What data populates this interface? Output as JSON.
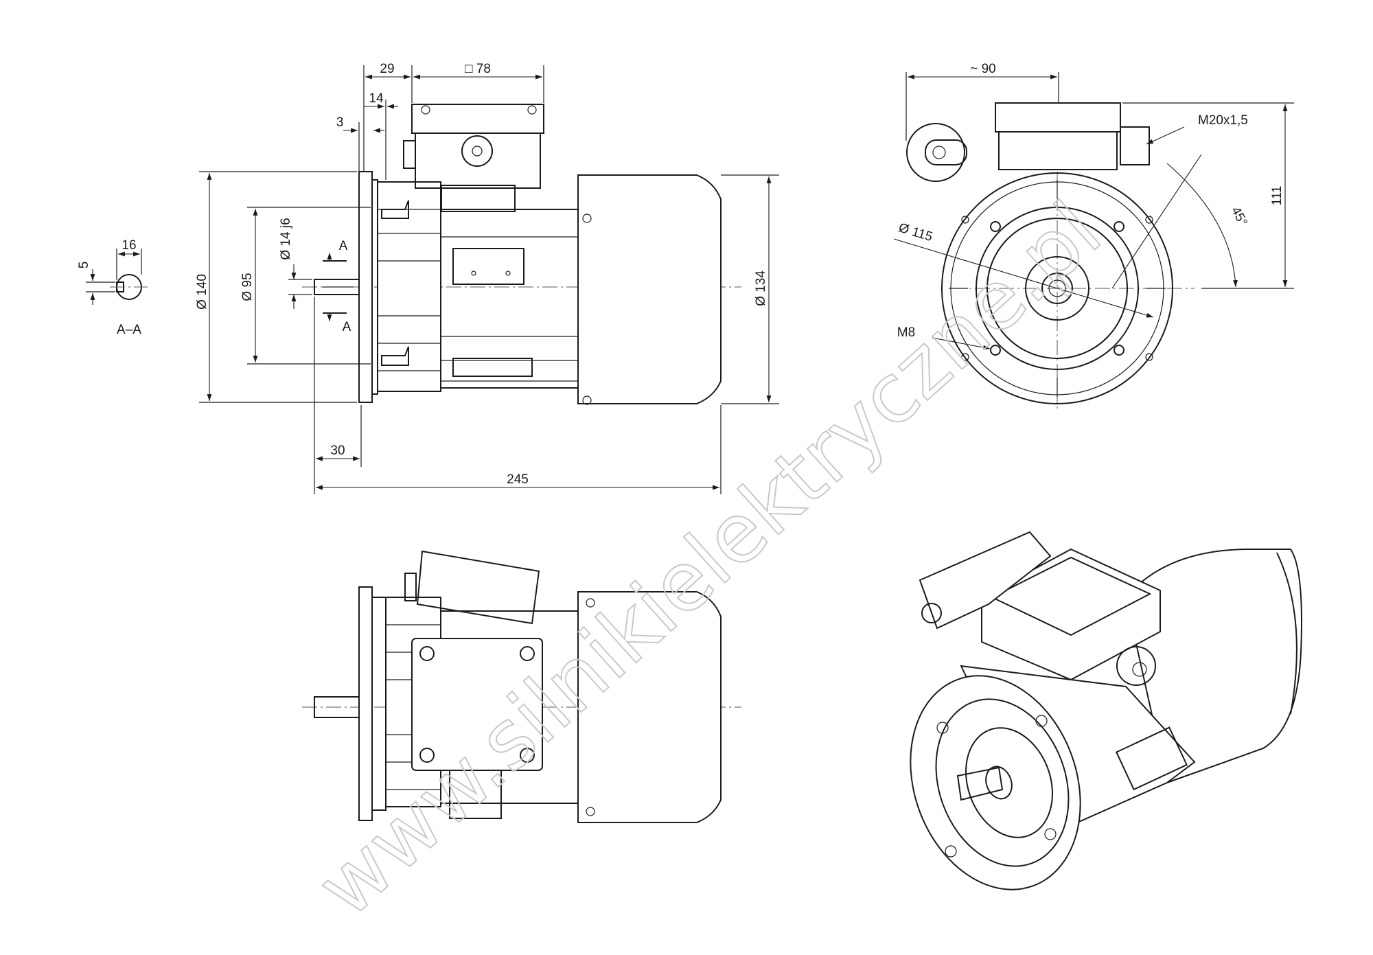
{
  "watermark": {
    "text": "www.silnikielektryczne.pl"
  },
  "front_view": {
    "dims": {
      "flange_dia": "Ø 140",
      "spigot_dia": "Ø 95",
      "shaft_dia": "Ø 14 j6",
      "cover_dia": "Ø 134",
      "box_offset": "29",
      "box_size": "□ 78",
      "flange_thk": "14",
      "spigot_len": "3",
      "shaft_len": "30",
      "total_len": "245"
    },
    "section_marker": "A"
  },
  "section_view": {
    "key_width": "16",
    "key_depth": "5",
    "label": "A–A"
  },
  "end_view": {
    "dims": {
      "width": "~ 90",
      "height": "111",
      "bolt_circle": "Ø 115",
      "gland": "M20x1,5",
      "angle": "45°",
      "thread": "M8"
    }
  }
}
